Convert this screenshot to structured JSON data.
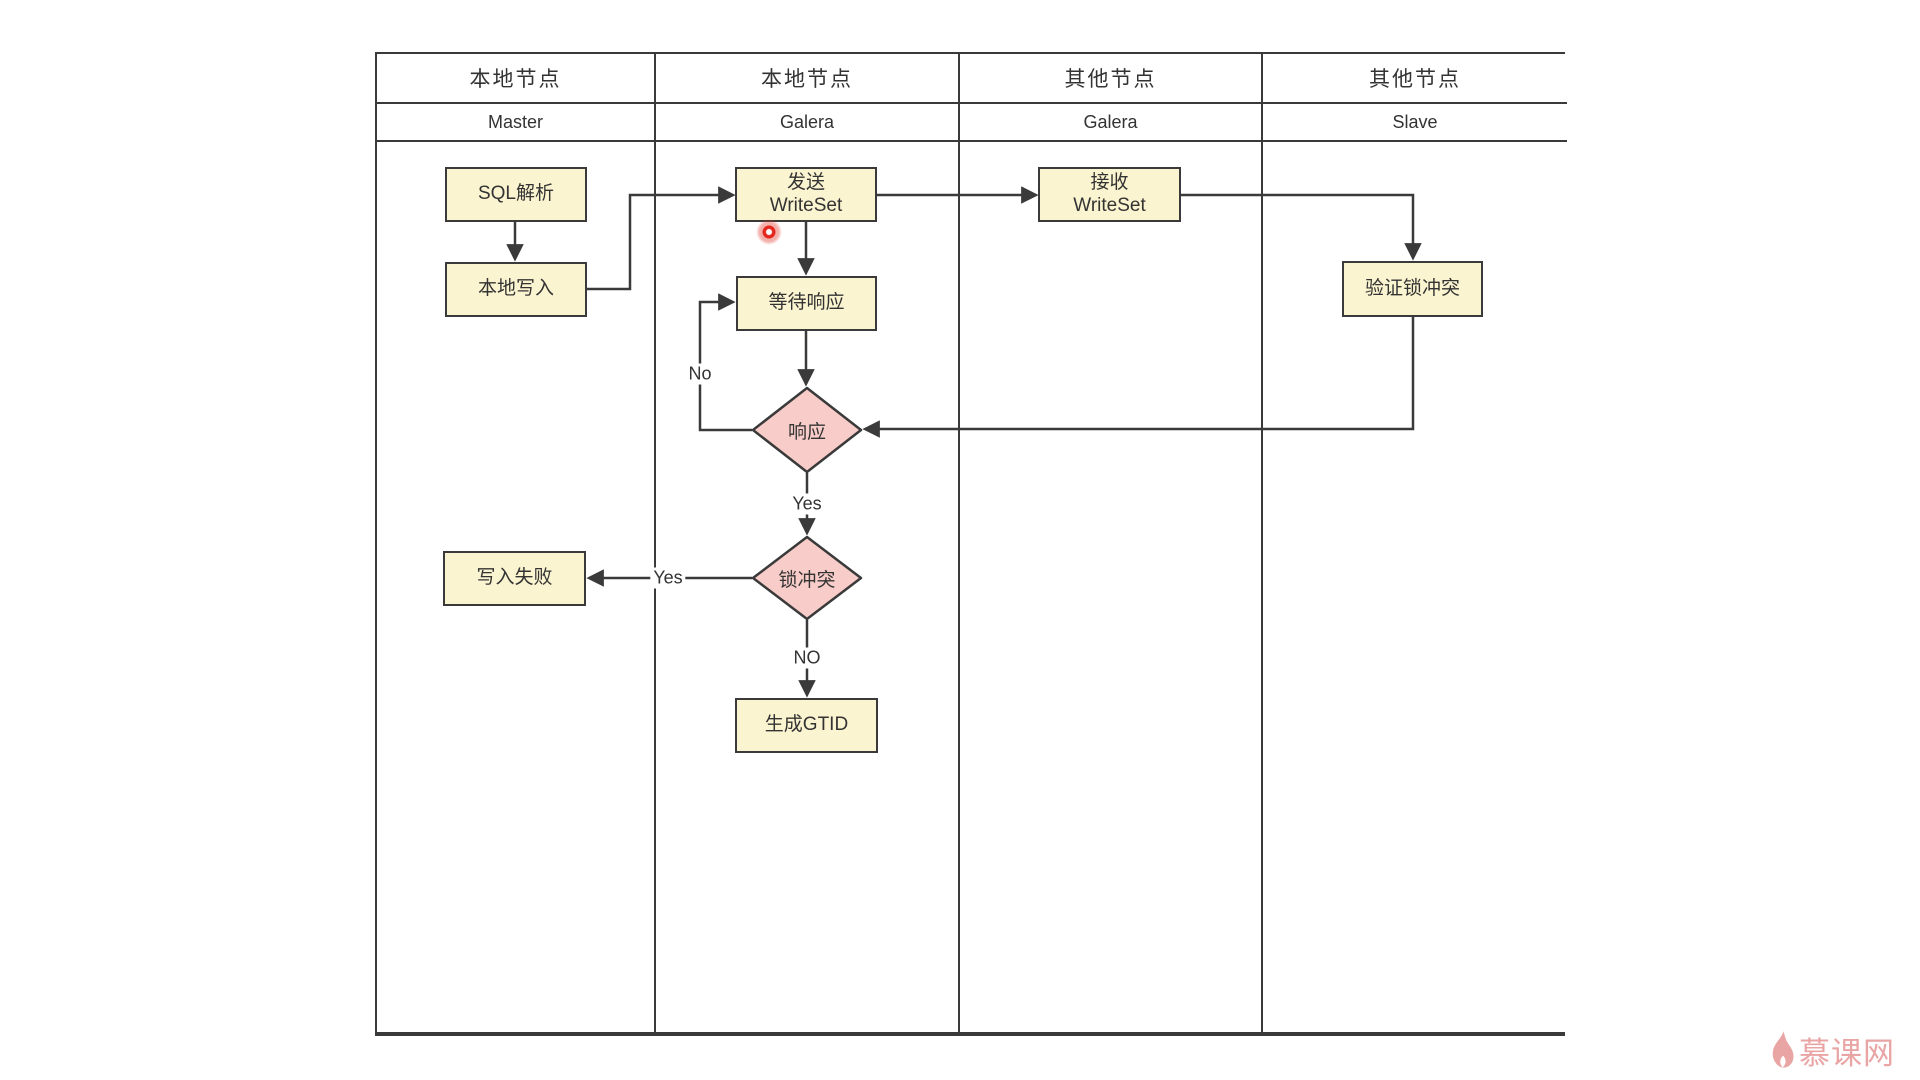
{
  "swimlanes": {
    "columns": [
      {
        "node_type": "本地节点",
        "role": "Master"
      },
      {
        "node_type": "本地节点",
        "role": "Galera"
      },
      {
        "node_type": "其他节点",
        "role": "Galera"
      },
      {
        "node_type": "其他节点",
        "role": "Slave"
      }
    ]
  },
  "nodes": {
    "sql_parse": {
      "label": "SQL解析"
    },
    "local_write": {
      "label": "本地写入"
    },
    "send_writeset": {
      "line1": "发送",
      "line2": "WriteSet"
    },
    "wait_response": {
      "label": "等待响应"
    },
    "recv_writeset": {
      "line1": "接收",
      "line2": "WriteSet"
    },
    "verify_lock": {
      "label": "验证锁冲突"
    },
    "response_decision": {
      "label": "响应"
    },
    "lock_conflict_decision": {
      "label": "锁冲突"
    },
    "write_fail": {
      "label": "写入失败"
    },
    "gen_gtid": {
      "label": "生成GTID"
    }
  },
  "edge_labels": {
    "no_response": "No",
    "yes_response": "Yes",
    "yes_conflict": "Yes",
    "no_conflict": "NO"
  },
  "watermark": {
    "brand": "慕课网"
  },
  "colors": {
    "node_fill": "#FBF4D0",
    "node_stroke": "#3a3a3a",
    "decision_fill": "#F8CCC8",
    "line": "#3a3a3a",
    "text": "#333333",
    "cursor": "#E3271D",
    "watermark": "#E9A4A4"
  }
}
